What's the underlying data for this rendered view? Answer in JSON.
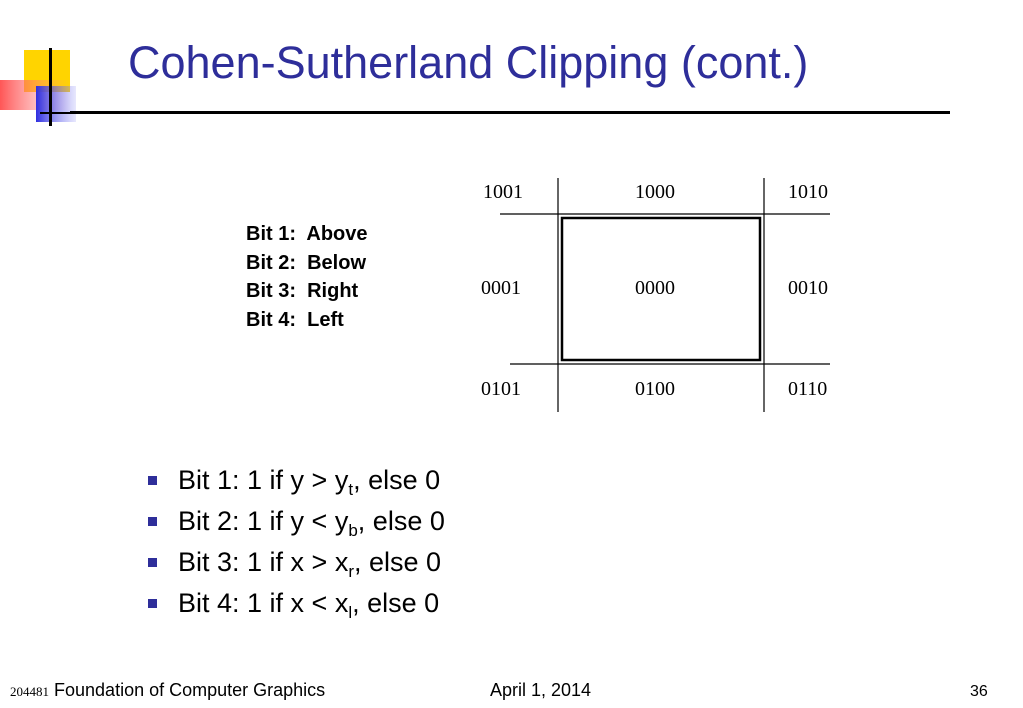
{
  "title": "Cohen-Sutherland Clipping (cont.)",
  "bit_legend": [
    "Bit 1:  Above",
    "Bit 2:  Below",
    "Bit 3:  Right",
    "Bit 4:  Left"
  ],
  "region_codes": {
    "top": [
      "1001",
      "1000",
      "1010"
    ],
    "middle": [
      "0001",
      "0000",
      "0010"
    ],
    "bottom": [
      "0101",
      "0100",
      "0110"
    ]
  },
  "bullets": [
    {
      "pre": "Bit 1: 1 if y > y",
      "sub": "t",
      "post": ", else 0"
    },
    {
      "pre": "Bit 2: 1 if y < y",
      "sub": "b",
      "post": ", else 0"
    },
    {
      "pre": "Bit 3: 1 if x > x",
      "sub": "r",
      "post": ", else 0"
    },
    {
      "pre": "Bit 4: 1 if x < x",
      "sub": "l",
      "post": ", else 0"
    }
  ],
  "footer": {
    "course_code": "204481",
    "course_name": "Foundation of Computer Graphics",
    "date": "April 1, 2014",
    "page_number": "36"
  },
  "colors": {
    "title": "#2e2e9a",
    "bullet": "#2e2e9a",
    "deco_yellow": "#ffd400",
    "deco_red": "#ff4d4d",
    "deco_blue": "#2e2ee0"
  }
}
